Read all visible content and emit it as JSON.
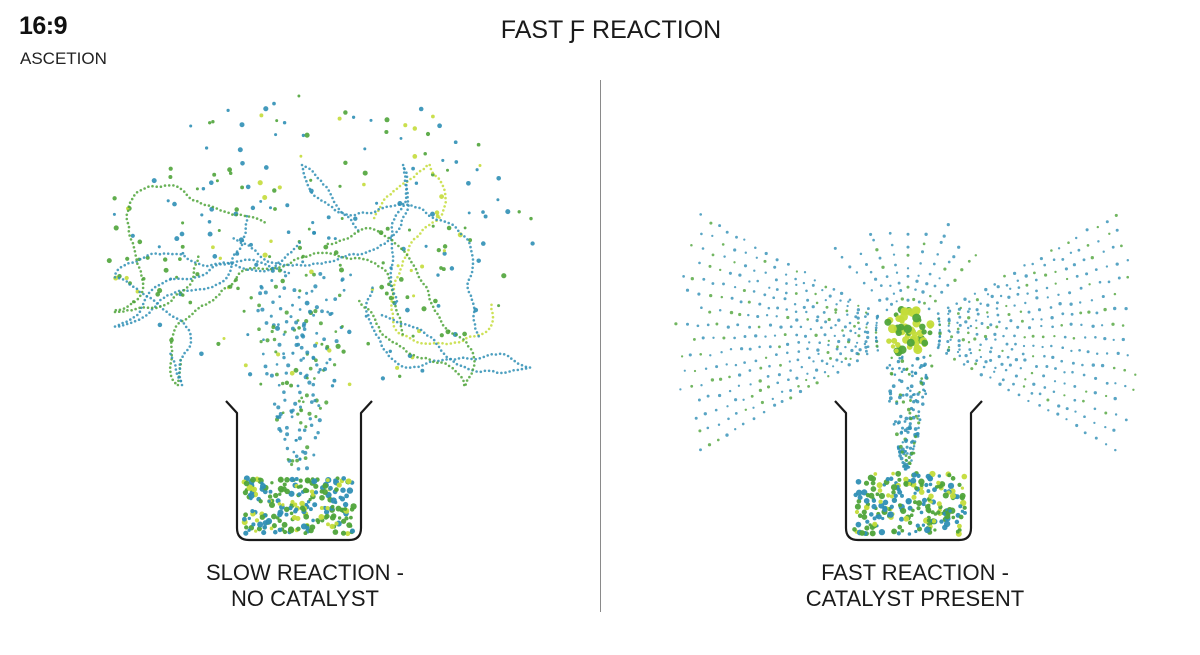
{
  "header": {
    "corner_title": "16:9",
    "corner_subtitle": "ASCETION",
    "title": "FAST Ƒ REACTION"
  },
  "panels": {
    "left": {
      "label_line1": "SLOW REACTION -",
      "label_line2": "NO CATALYST"
    },
    "right": {
      "label_line1": "FAST REACTION -",
      "label_line2": "CATALYST PRESENT"
    }
  },
  "colors": {
    "particle_green": "#4fa43a",
    "particle_lime": "#c4dc3a",
    "particle_blue": "#2f8fb5",
    "beaker_stroke": "#1a1a1a",
    "divider": "#8a8a8a"
  }
}
